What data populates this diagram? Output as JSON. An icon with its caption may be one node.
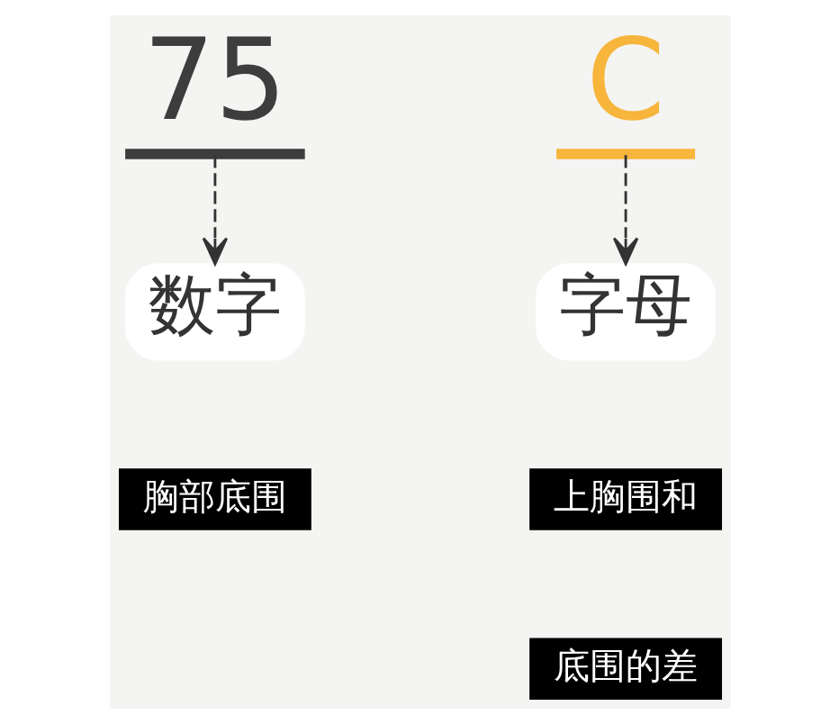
{
  "diagram": {
    "nodes": [
      {
        "text": [
          "75"
        ]
      },
      {
        "text": [
          "C"
        ]
      },
      {
        "text": [
          "数字"
        ]
      },
      {
        "text": [
          "字母"
        ]
      },
      {
        "text": [
          "胸部底围"
        ]
      },
      {
        "text": [
          "上胸围和"
        ]
      },
      {
        "text": [
          "底围的差"
        ]
      }
    ],
    "edges": [
      {
        "from": 0,
        "to": 2,
        "arrow": "to",
        "style": "dashed"
      },
      {
        "from": 1,
        "to": 3,
        "arrow": "to",
        "style": "dashed"
      }
    ]
  }
}
